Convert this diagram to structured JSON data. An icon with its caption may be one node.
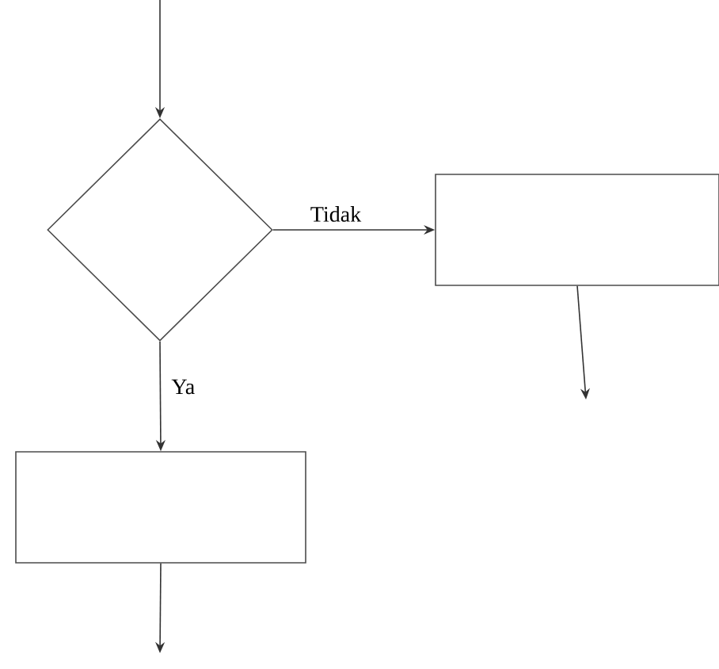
{
  "diagram": {
    "nodes": [
      {
        "text": [],
        "shape": "diamond"
      },
      {
        "text": [],
        "shape": "box"
      },
      {
        "text": [],
        "shape": "box"
      }
    ],
    "edges": [
      {
        "from": null,
        "to": 0,
        "arrow": "to"
      },
      {
        "from": 0,
        "to": 1,
        "arrow": "to",
        "label": "Tidak"
      },
      {
        "from": 1,
        "to": null,
        "arrow": "to"
      },
      {
        "from": 0,
        "to": 2,
        "arrow": "to",
        "label": "Ya"
      },
      {
        "from": 2,
        "to": null,
        "arrow": "to"
      }
    ]
  }
}
